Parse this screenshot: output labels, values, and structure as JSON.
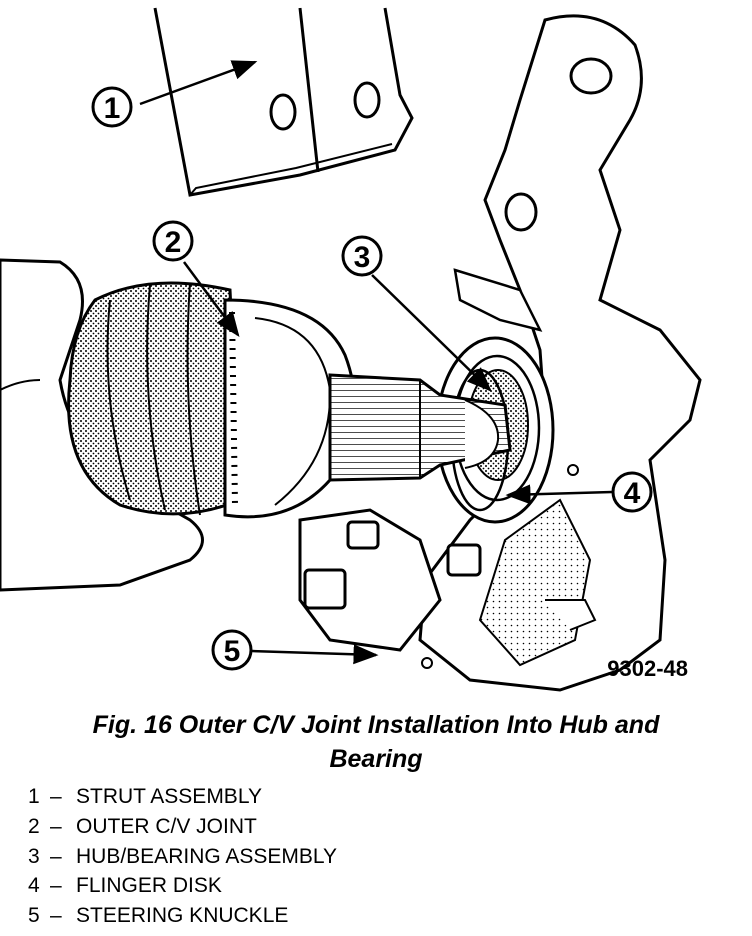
{
  "figure": {
    "code": "9302-48",
    "callouts": [
      "1",
      "2",
      "3",
      "4",
      "5"
    ]
  },
  "caption": {
    "line1": "Fig. 16 Outer C/V Joint Installation Into Hub and",
    "line2": "Bearing"
  },
  "legend": [
    {
      "num": "1",
      "dash": "–",
      "label": "STRUT ASSEMBLY"
    },
    {
      "num": "2",
      "dash": "–",
      "label": "OUTER C/V JOINT"
    },
    {
      "num": "3",
      "dash": "–",
      "label": "HUB/BEARING ASSEMBLY"
    },
    {
      "num": "4",
      "dash": "–",
      "label": "FLINGER DISK"
    },
    {
      "num": "5",
      "dash": "–",
      "label": "STEERING KNUCKLE"
    }
  ]
}
